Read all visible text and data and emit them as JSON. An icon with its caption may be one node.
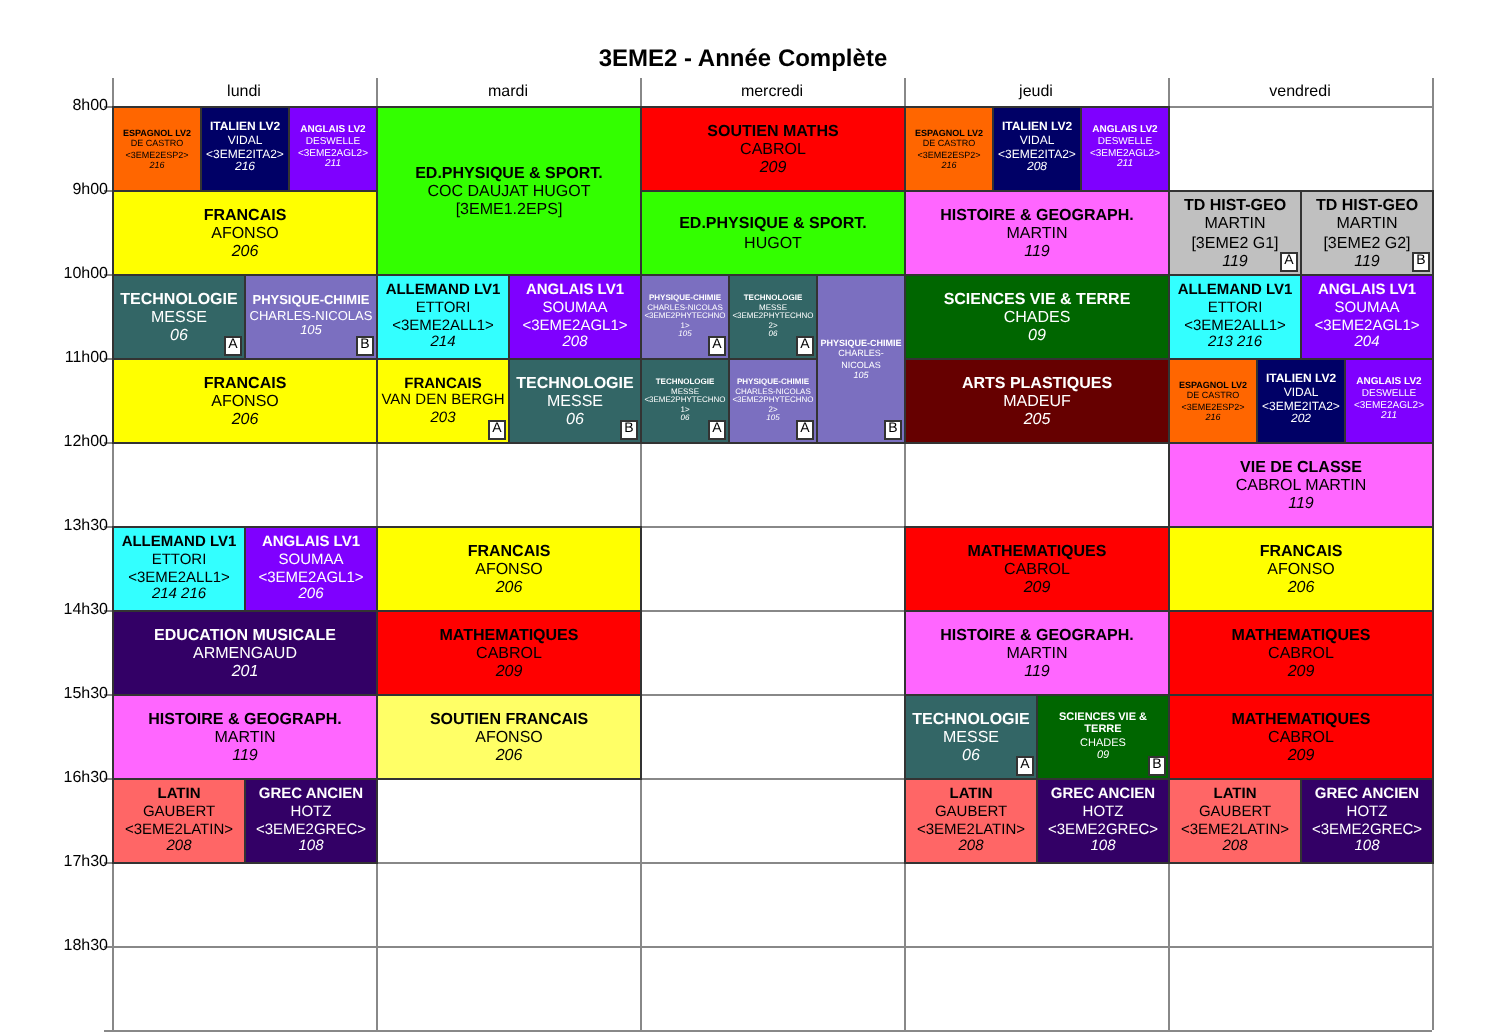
{
  "diagram": {
    "title": "3EME2 - Année Complète",
    "nodes": [
      {
        "text": [
          "ESPAGNOL LV2",
          "DE CASTRO",
          "<3EME2ESP2>",
          "216"
        ]
      },
      {
        "text": [
          "ITALIEN LV2",
          "VIDAL",
          "<3EME2ITA2>",
          "216"
        ]
      },
      {
        "text": [
          "ANGLAIS LV2",
          "DESWELLE",
          "<3EME2AGL2>",
          "211"
        ]
      },
      {
        "text": [
          "FRANCAIS",
          "AFONSO",
          "206"
        ]
      },
      {
        "text": [
          "TECHNOLOGIE",
          "MESSE",
          "06",
          "A"
        ]
      },
      {
        "text": [
          "PHYSIQUE-CHIMIE",
          "CHARLES-NICOLAS",
          "105",
          "B"
        ]
      },
      {
        "text": [
          "FRANCAIS",
          "AFONSO",
          "206"
        ]
      },
      {
        "text": [
          "ALLEMAND LV1",
          "ETTORI",
          "<3EME2ALL1>",
          "214 216"
        ]
      },
      {
        "text": [
          "ANGLAIS LV1",
          "SOUMAA",
          "<3EME2AGL1>",
          "206"
        ]
      },
      {
        "text": [
          "EDUCATION MUSICALE",
          "ARMENGAUD",
          "201"
        ]
      },
      {
        "text": [
          "HISTOIRE & GEOGRAPH.",
          "MARTIN",
          "119"
        ]
      },
      {
        "text": [
          "LATIN",
          "GAUBERT",
          "<3EME2LATIN>",
          "208"
        ]
      },
      {
        "text": [
          "GREC ANCIEN",
          "HOTZ",
          "<3EME2GREC>",
          "108"
        ]
      },
      {
        "text": [
          "ED.PHYSIQUE & SPORT.",
          "COC DAUJAT HUGOT",
          "[3EME1.2EPS]"
        ]
      },
      {
        "text": [
          "ALLEMAND LV1",
          "ETTORI",
          "<3EME2ALL1>",
          "214"
        ]
      },
      {
        "text": [
          "ANGLAIS LV1",
          "SOUMAA",
          "<3EME2AGL1>",
          "208"
        ]
      },
      {
        "text": [
          "FRANCAIS",
          "VAN DEN BERGH",
          "203",
          "A"
        ]
      },
      {
        "text": [
          "TECHNOLOGIE",
          "MESSE",
          "06",
          "B"
        ]
      },
      {
        "text": [
          "FRANCAIS",
          "AFONSO",
          "206"
        ]
      },
      {
        "text": [
          "MATHEMATIQUES",
          "CABROL",
          "209"
        ]
      },
      {
        "text": [
          "SOUTIEN FRANCAIS",
          "AFONSO",
          "206"
        ]
      },
      {
        "text": [
          "SOUTIEN MATHS",
          "CABROL",
          "209"
        ]
      },
      {
        "text": [
          "ED.PHYSIQUE & SPORT.",
          "HUGOT"
        ]
      },
      {
        "text": [
          "PHYSIQUE-CHIMIE",
          "CHARLES-NICOLAS",
          "<3EME2PHYTECHNO1>",
          "105",
          "A"
        ]
      },
      {
        "text": [
          "TECHNOLOGIE",
          "MESSE",
          "<3EME2PHYTECHNO2>",
          "06",
          "A"
        ]
      },
      {
        "text": [
          "PHYSIQUE-CHIMIE",
          "CHARLES-NICOLAS",
          "105",
          "B"
        ]
      },
      {
        "text": [
          "TECHNOLOGIE",
          "MESSE",
          "<3EME2PHYTECHNO1>",
          "06",
          "A"
        ]
      },
      {
        "text": [
          "PHYSIQUE-CHIMIE",
          "CHARLES-NICOLAS",
          "<3EME2PHYTECHNO2>",
          "105",
          "A"
        ]
      },
      {
        "text": [
          "ESPAGNOL LV2",
          "DE CASTRO",
          "<3EME2ESP2>",
          "216"
        ]
      },
      {
        "text": [
          "ITALIEN LV2",
          "VIDAL",
          "<3EME2ITA2>",
          "208"
        ]
      },
      {
        "text": [
          "ANGLAIS LV2",
          "DESWELLE",
          "<3EME2AGL2>",
          "211"
        ]
      },
      {
        "text": [
          "HISTOIRE & GEOGRAPH.",
          "MARTIN",
          "119"
        ]
      },
      {
        "text": [
          "SCIENCES VIE & TERRE",
          "CHADES",
          "09"
        ]
      },
      {
        "text": [
          "ARTS PLASTIQUES",
          "MADEUF",
          "205"
        ]
      },
      {
        "text": [
          "MATHEMATIQUES",
          "CABROL",
          "209"
        ]
      },
      {
        "text": [
          "HISTOIRE & GEOGRAPH.",
          "MARTIN",
          "119"
        ]
      },
      {
        "text": [
          "TECHNOLOGIE",
          "MESSE",
          "06",
          "A"
        ]
      },
      {
        "text": [
          "SCIENCES VIE & TERRE",
          "CHADES",
          "09",
          "B"
        ]
      },
      {
        "text": [
          "LATIN",
          "GAUBERT",
          "<3EME2LATIN>",
          "208"
        ]
      },
      {
        "text": [
          "GREC ANCIEN",
          "HOTZ",
          "<3EME2GREC>",
          "108"
        ]
      },
      {
        "text": [
          "TD HIST-GEO",
          "MARTIN",
          "[3EME2 G1]",
          "119",
          "A"
        ]
      },
      {
        "text": [
          "TD HIST-GEO",
          "MARTIN",
          "[3EME2 G2]",
          "119",
          "B"
        ]
      },
      {
        "text": [
          "ALLEMAND LV1",
          "ETTORI",
          "<3EME2ALL1>",
          "213 216"
        ]
      },
      {
        "text": [
          "ANGLAIS LV1",
          "SOUMAA",
          "<3EME2AGL1>",
          "204"
        ]
      },
      {
        "text": [
          "ESPAGNOL LV2",
          "DE CASTRO",
          "<3EME2ESP2>",
          "216"
        ]
      },
      {
        "text": [
          "ITALIEN LV2",
          "VIDAL",
          "<3EME2ITA2>",
          "202"
        ]
      },
      {
        "text": [
          "ANGLAIS LV2",
          "DESWELLE",
          "<3EME2AGL2>",
          "211"
        ]
      },
      {
        "text": [
          "VIE DE CLASSE",
          "CABROL MARTIN",
          "119"
        ]
      },
      {
        "text": [
          "FRANCAIS",
          "AFONSO",
          "206"
        ]
      },
      {
        "text": [
          "MATHEMATIQUES",
          "CABROL",
          "209"
        ]
      },
      {
        "text": [
          "MATHEMATIQUES",
          "CABROL",
          "209"
        ]
      },
      {
        "text": [
          "LATIN",
          "GAUBERT",
          "<3EME2LATIN>",
          "208"
        ]
      },
      {
        "text": [
          "GREC ANCIEN",
          "HOTZ",
          "<3EME2GREC>",
          "108"
        ]
      }
    ],
    "labels": [
      "lundi",
      "mardi",
      "mercredi",
      "jeudi",
      "vendredi",
      "8h00",
      "9h00",
      "10h00",
      "11h00",
      "12h00",
      "13h30",
      "14h30",
      "15h30",
      "16h30",
      "17h30",
      "18h30"
    ]
  }
}
